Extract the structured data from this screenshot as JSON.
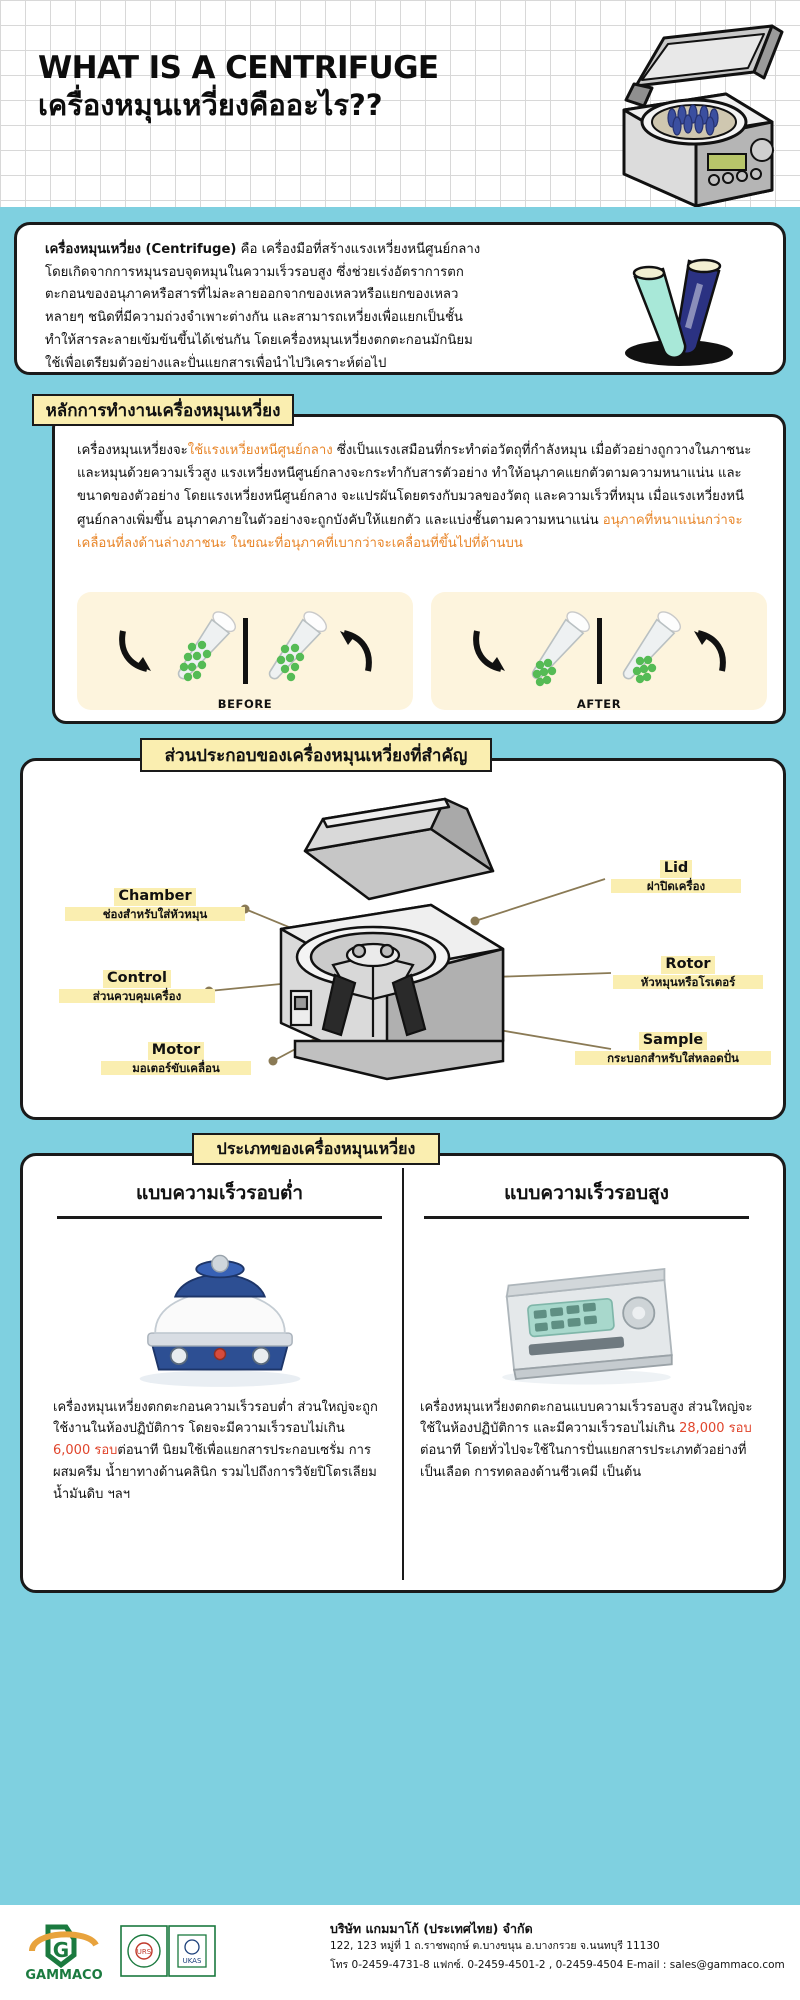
{
  "header": {
    "title_en": "WHAT IS A CENTRIFUGE",
    "title_th": "เครื่องหมุนเหวี่ยงคืออะไร??",
    "illustration_name": "centrifuge-open-lid"
  },
  "intro": {
    "bold_lead": "เครื่องหมุนเหวี่ยง (Centrifuge)",
    "body": " คือ เครื่องมือที่สร้างแรงเหวี่ยงหนีศูนย์กลาง โดยเกิดจากการหมุนรอบจุดหมุนในความเร็วรอบสูง ซึ่งช่วยเร่งอัตราการตกตะกอนของอนุภาคหรือสารที่ไม่ละลายออกจากของเหลวหรือแยกของเหลวหลายๆ ชนิดที่มีความถ่วงจำเพาะต่างกัน และสามารถเหวี่ยงเพื่อแยกเป็นชั้น ทำให้สารละลายเข้มข้นขึ้นได้เช่นกัน โดยเครื่องหมุนเหวี่ยงตกตะกอนมักนิยมใช้เพื่อเตรียมตัวอย่างและปั่นแยกสารเพื่อนำไปวิเคราะห์ต่อไป",
    "illustration_name": "two-test-tubes"
  },
  "principle": {
    "badge": "หลักการทำงานเครื่องหมุนเหวี่ยง",
    "part1": "เครื่องหมุนเหวี่ยงจะ",
    "highlight1": "ใช้แรงเหวี่ยงหนีศูนย์กลาง",
    "part2": " ซึ่งเป็นแรงเสมือนที่กระทำต่อวัตถุที่กำลังหมุน เมื่อตัวอย่างถูกวางในภาชนะ และหมุนด้วยความเร็วสูง แรงเหวี่ยงหนีศูนย์กลางจะกระทำกับสารตัวอย่าง ทำให้อนุภาคแยกตัวตามความหนาแน่น และขนาดของตัวอย่าง  โดยแรงเหวี่ยงหนีศูนย์กลาง จะแปรผันโดยตรงกับมวลของวัตถุ และความเร็วที่หมุน เมื่อแรงเหวี่ยงหนีศูนย์กลางเพิ่มขึ้น อนุภาคภายในตัวอย่างจะถูกบังคับให้แยกตัว และแบ่งชั้นตามความหนาแน่น ",
    "highlight2": "อนุภาคที่หนาแน่นกว่าจะเคลื่อนที่ลงด้านล่างภาชนะ ในขณะที่อนุภาคที่เบากว่าจะเคลื่อนที่ขึ้นไปที่ด้านบน",
    "before_label": "BEFORE",
    "after_label": "AFTER",
    "highlight_color": "#e8862a"
  },
  "components": {
    "badge": "ส่วนประกอบของเครื่องหมุนเหวี่ยงที่สำคัญ",
    "illustration_name": "centrifuge-exploded-diagram",
    "labels": [
      {
        "en": "Lid",
        "th": "ฝาปิดเครื่อง"
      },
      {
        "en": "Chamber",
        "th": "ช่องสำหรับใส่หัวหมุน"
      },
      {
        "en": "Control",
        "th": "ส่วนควบคุมเครื่อง"
      },
      {
        "en": "Rotor",
        "th": "หัวหมุนหรือโรเตอร์"
      },
      {
        "en": "Sample",
        "th": "กระบอกสำหรับใส่หลอดปั่น"
      },
      {
        "en": "Motor",
        "th": "มอเตอร์ขับเคลื่อน"
      }
    ]
  },
  "types": {
    "badge": "ประเภทของเครื่องหมุนเหวี่ยง",
    "left": {
      "title": "แบบความเร็วรอบต่ำ",
      "image_name": "low-speed-centrifuge",
      "desc_a": "เครื่องหมุนเหวี่ยงตกตะกอนความเร็วรอบต่ำ ส่วนใหญ่จะถูกใช้งานในห้องปฏิบัติการ โดยจะมีความเร็วรอบไม่เกิน ",
      "desc_speed": "6,000 รอบ",
      "desc_b": "ต่อนาที นิยมใช้เพื่อแยกสารประกอบเซรั่ม การผสมครีม น้ำยาทางด้านคลินิก รวมไปถึงการวิจัยปิโตรเลียม น้ำมันดิบ ฯลฯ"
    },
    "right": {
      "title": "แบบความเร็วรอบสูง",
      "image_name": "high-speed-centrifuge",
      "desc_a": "เครื่องหมุนเหวี่ยงตกตะกอนแบบความเร็วรอบสูง ส่วนใหญ่จะใช้ในห้องปฏิบัติการ และมีความเร็วรอบไม่เกิน ",
      "desc_speed": "28,000 รอบ",
      "desc_b": "ต่อนาที โดยทั่วไปจะใช้ในการปั่นแยกสารประเภทตัวอย่างที่เป็นเลือด การทดลองด้านชีวเคมี เป็นต้น"
    },
    "highlight_color": "#e0452c"
  },
  "footer": {
    "logo_text": "GAMMACO",
    "cert_name": "iso-ukas-certification-marks",
    "company": "บริษัท แกมมาโก้ (ประเทศไทย) จำกัด",
    "address": "122, 123 หมู่ที่ 1 ถ.ราชพฤกษ์ ต.บางขนุน อ.บางกรวย จ.นนทบุรี 11130",
    "contact": "โทร 0-2459-4731-8  แฟกซ์. 0-2459-4501-2 , 0-2459-4504  E-mail : sales@gammaco.com"
  },
  "colors": {
    "page_bg": "#7fd0e0",
    "badge_bg": "#faeeb0",
    "panel_bg": "#fdf4dd",
    "ink": "#1a1a1a"
  }
}
